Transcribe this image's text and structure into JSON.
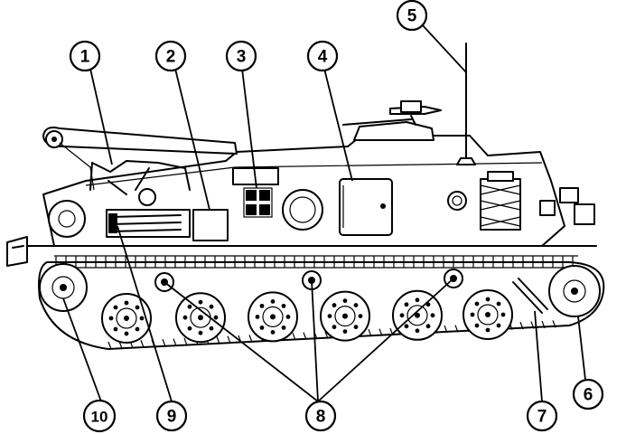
{
  "callouts": [
    {
      "id": "1",
      "label": "1"
    },
    {
      "id": "2",
      "label": "2"
    },
    {
      "id": "3",
      "label": "3"
    },
    {
      "id": "4",
      "label": "4"
    },
    {
      "id": "5",
      "label": "5"
    },
    {
      "id": "6",
      "label": "6"
    },
    {
      "id": "7",
      "label": "7"
    },
    {
      "id": "8",
      "label": "8"
    },
    {
      "id": "9",
      "label": "9"
    },
    {
      "id": "10",
      "label": "10"
    }
  ],
  "colors": {
    "ink": "#000000",
    "paper": "#ffffff"
  }
}
